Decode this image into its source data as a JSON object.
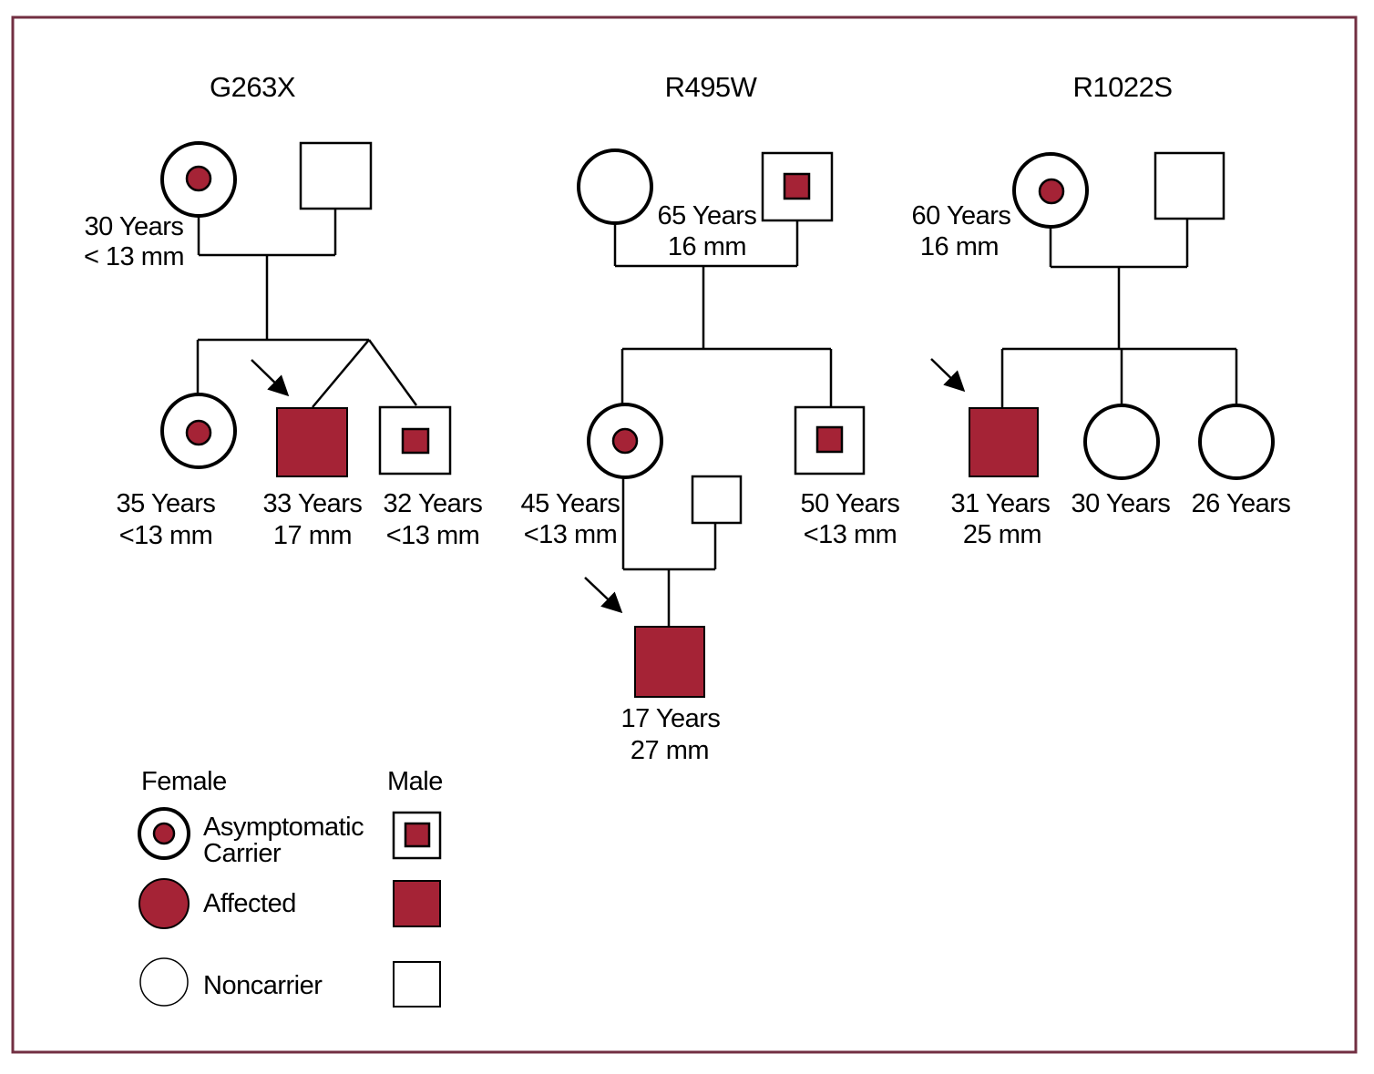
{
  "figure": {
    "type": "pedigree-diagram",
    "description": "Three family pedigrees with mutation titles and a legend"
  },
  "colors": {
    "affected_fill": "#A52336",
    "frame_border": "#722F42",
    "line_color": "#000000",
    "text_color": "#000000"
  },
  "families": [
    {
      "title": "G263X",
      "mother": {
        "status": "asymptomatic-carrier",
        "sex": "female",
        "line1": "30 Years",
        "line2": "< 13 mm"
      },
      "father": {
        "status": "noncarrier",
        "sex": "male"
      },
      "children": [
        {
          "status": "asymptomatic-carrier",
          "sex": "female",
          "line1": "35 Years",
          "line2": "<13 mm",
          "proband": false
        },
        {
          "status": "affected",
          "sex": "male",
          "line1": "33 Years",
          "line2": "17 mm",
          "proband": true
        },
        {
          "status": "asymptomatic-carrier",
          "sex": "male",
          "line1": "32 Years",
          "line2": "<13 mm",
          "proband": false
        }
      ]
    },
    {
      "title": "R495W",
      "mother": {
        "status": "noncarrier",
        "sex": "female"
      },
      "father": {
        "status": "asymptomatic-carrier",
        "sex": "male"
      },
      "couple_label": {
        "line1": "65 Years",
        "line2": "16 mm"
      },
      "children": [
        {
          "status": "asymptomatic-carrier",
          "sex": "female",
          "line1": "45 Years",
          "line2": "<13 mm",
          "proband": false
        },
        {
          "status": "asymptomatic-carrier",
          "sex": "male",
          "line1": "50 Years",
          "line2": "<13 mm",
          "proband": false
        }
      ],
      "spouse": {
        "status": "noncarrier",
        "sex": "male"
      },
      "grandchild": {
        "status": "affected",
        "sex": "male",
        "line1": "17 Years",
        "line2": "27 mm",
        "proband": true
      }
    },
    {
      "title": "R1022S",
      "mother": {
        "status": "asymptomatic-carrier",
        "sex": "female",
        "line1": "60 Years",
        "line2": "16 mm"
      },
      "father": {
        "status": "noncarrier",
        "sex": "male"
      },
      "children": [
        {
          "status": "affected",
          "sex": "male",
          "line1": "31 Years",
          "line2": "25 mm",
          "proband": true
        },
        {
          "status": "noncarrier",
          "sex": "female",
          "line1": "30 Years",
          "proband": false
        },
        {
          "status": "noncarrier",
          "sex": "female",
          "line1": "26 Years",
          "proband": false
        }
      ]
    }
  ],
  "legend": {
    "female_header": "Female",
    "male_header": "Male",
    "rows": [
      {
        "line1": "Asymptomatic",
        "line2": "Carrier",
        "status": "asymptomatic-carrier"
      },
      {
        "line1": "Affected",
        "status": "affected"
      },
      {
        "line1": "Noncarrier",
        "status": "noncarrier"
      }
    ]
  }
}
